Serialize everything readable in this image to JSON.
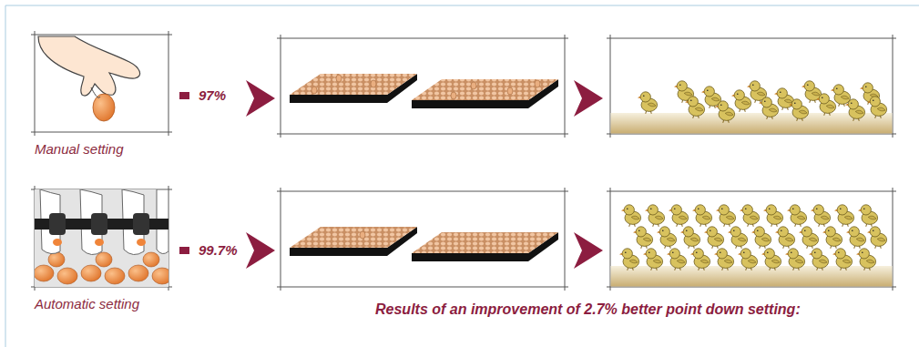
{
  "diagram": {
    "nodes": [
      {
        "text": [
          "Manual setting"
        ]
      },
      {
        "text": [
          "Automatic setting"
        ]
      }
    ],
    "labels": [
      "97%",
      "99.7%",
      "Results of an improvement of 2.7% better point down setting:"
    ]
  }
}
